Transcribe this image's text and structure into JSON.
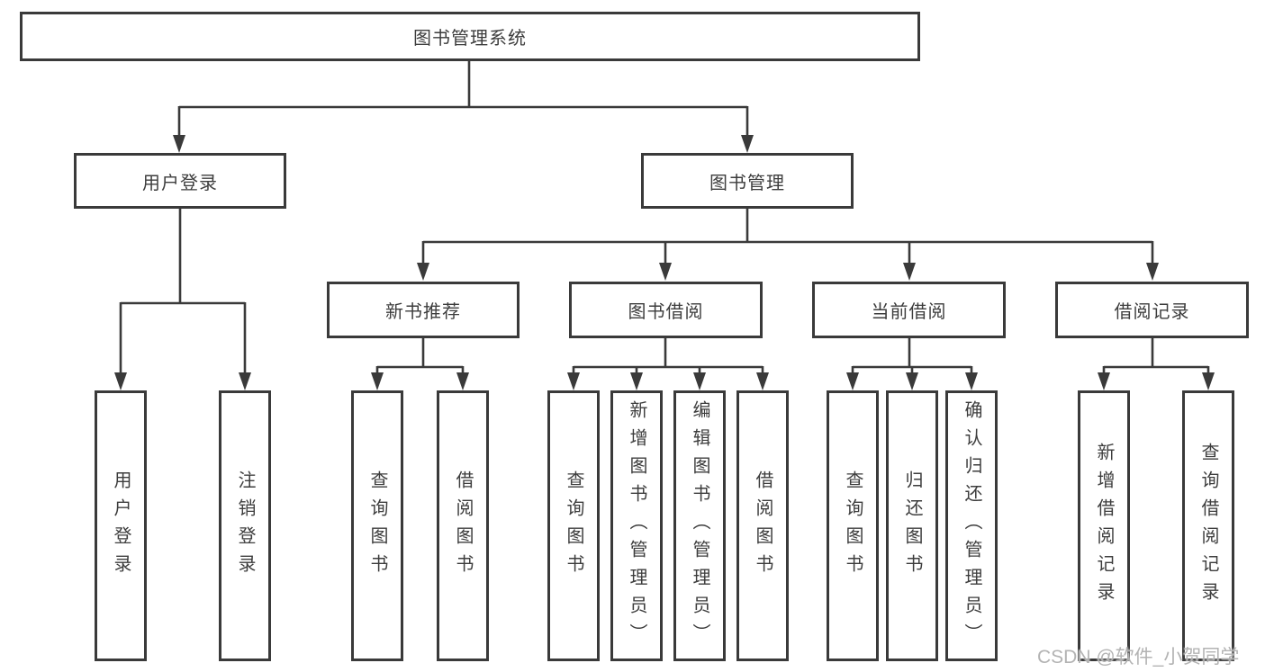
{
  "diagram": {
    "title": "图书管理系统",
    "root": {
      "label": "图书管理系统"
    },
    "level2": [
      {
        "label": "用户登录"
      },
      {
        "label": "图书管理"
      }
    ],
    "level3": [
      {
        "label": "新书推荐"
      },
      {
        "label": "图书借阅"
      },
      {
        "label": "当前借阅"
      },
      {
        "label": "借阅记录"
      }
    ],
    "leaves": {
      "user_login": [
        "用户登录",
        "注销登录"
      ],
      "new_book": [
        "查询图书",
        "借阅图书"
      ],
      "borrow": [
        "查询图书",
        "新增图书（管理员）",
        "编辑图书（管理员）",
        "借阅图书"
      ],
      "current": [
        "查询图书",
        "归还图书",
        "确认归还（管理员）"
      ],
      "records": [
        "新增借阅记录",
        "查询借阅记录"
      ]
    }
  },
  "watermark": "CSDN @软件_小贺同学",
  "colors": {
    "line": "#3a3a3a",
    "text": "#3d3d3d",
    "background": "#ffffff",
    "watermark": "#afafaf"
  }
}
